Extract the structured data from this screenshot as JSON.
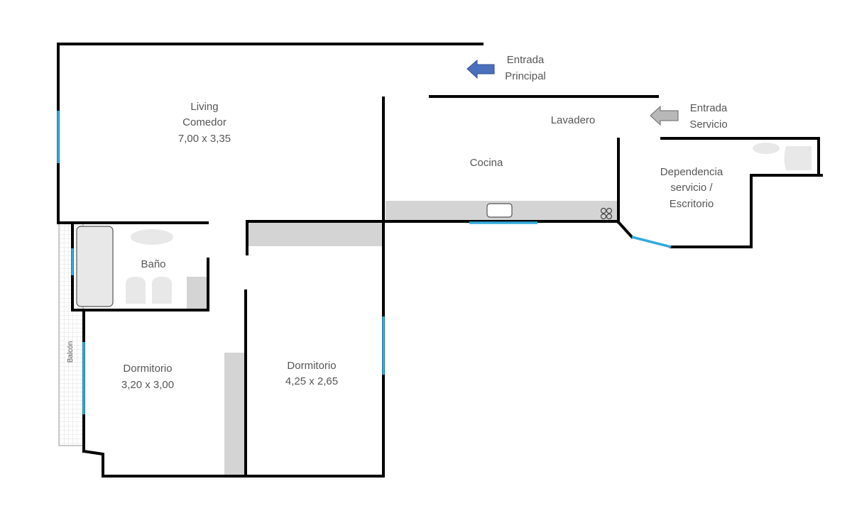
{
  "colors": {
    "wall": "#000000",
    "window": "#33aadd",
    "fixture_gray": "#d4d4d4",
    "fixture_light": "#e8e8e8",
    "text": "#555555",
    "main_entrance_arrow": "#4a6fbd",
    "service_entrance_arrow": "#b8b8b8",
    "balcony_grid": "#d6d6d6"
  },
  "rooms": {
    "living": {
      "line1": "Living",
      "line2": "Comedor",
      "line3": "7,00 x 3,35"
    },
    "bano": {
      "name": "Baño"
    },
    "dormitorio_1": {
      "name": "Dormitorio",
      "size": "3,20 x 3,00"
    },
    "dormitorio_2": {
      "name": "Dormitorio",
      "size": "4,25 x 2,65"
    },
    "cocina": {
      "name": "Cocina"
    },
    "lavadero": {
      "name": "Lavadero"
    },
    "dependencia": {
      "line1": "Dependencia",
      "line2": "servicio /",
      "line3": "Escritorio"
    },
    "balcon": {
      "name": "Balcón"
    }
  },
  "entrances": {
    "principal": {
      "line1": "Entrada",
      "line2": "Principal",
      "icon": "left-arrow-icon"
    },
    "servicio": {
      "line1": "Entrada",
      "line2": "Servicio",
      "icon": "left-arrow-icon"
    }
  },
  "fixtures": {
    "icons": [
      "bathtub-icon",
      "sink-icon",
      "toilet-icon",
      "kitchen-sink-icon",
      "stove-burners-icon"
    ]
  }
}
